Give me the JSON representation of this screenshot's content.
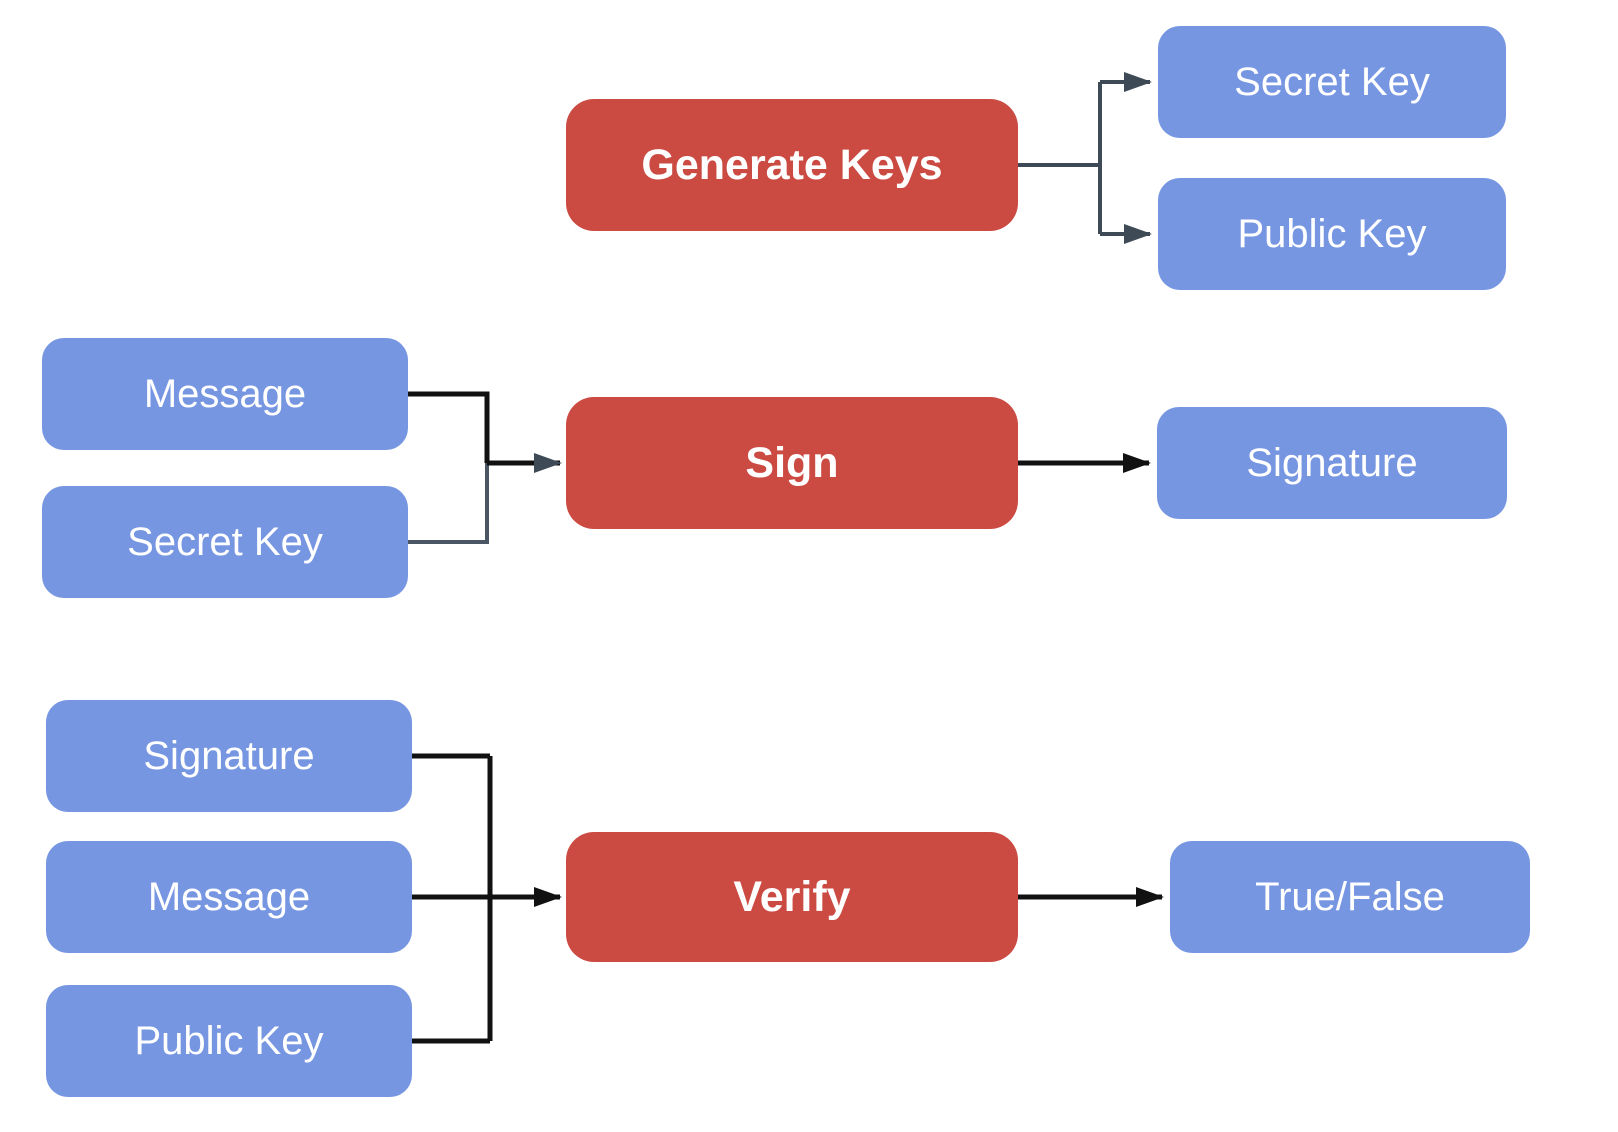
{
  "diagram": {
    "description": "Digital signature flow diagram",
    "colors": {
      "background": "#ffffff",
      "process_fill": "#cb4b43",
      "data_fill": "#7796e2",
      "label_text": "#ffffff",
      "connector_black": "#111111",
      "connector_slate": "#3e4a56",
      "connector_slate_light": "#4a5663"
    },
    "nodes": {
      "generate_keys": {
        "label": "Generate Keys",
        "type": "process"
      },
      "secret_key_out": {
        "label": "Secret Key",
        "type": "data"
      },
      "public_key_out": {
        "label": "Public Key",
        "type": "data"
      },
      "message_sign": {
        "label": "Message",
        "type": "data"
      },
      "secret_key_sign": {
        "label": "Secret Key",
        "type": "data"
      },
      "sign": {
        "label": "Sign",
        "type": "process"
      },
      "signature_out": {
        "label": "Signature",
        "type": "data"
      },
      "signature_in": {
        "label": "Signature",
        "type": "data"
      },
      "message_verify": {
        "label": "Message",
        "type": "data"
      },
      "public_key_in": {
        "label": "Public Key",
        "type": "data"
      },
      "verify": {
        "label": "Verify",
        "type": "process"
      },
      "true_false": {
        "label": "True/False",
        "type": "data"
      }
    },
    "edges": [
      {
        "from": "generate_keys",
        "to": "secret_key_out",
        "color": "slate"
      },
      {
        "from": "generate_keys",
        "to": "public_key_out",
        "color": "slate"
      },
      {
        "from": "message_sign",
        "to": "sign",
        "color": "black"
      },
      {
        "from": "secret_key_sign",
        "to": "sign",
        "color": "slate"
      },
      {
        "from": "sign",
        "to": "signature_out",
        "color": "black"
      },
      {
        "from": "signature_in",
        "to": "verify",
        "color": "black"
      },
      {
        "from": "message_verify",
        "to": "verify",
        "color": "black"
      },
      {
        "from": "public_key_in",
        "to": "verify",
        "color": "black"
      },
      {
        "from": "verify",
        "to": "true_false",
        "color": "black"
      }
    ]
  }
}
